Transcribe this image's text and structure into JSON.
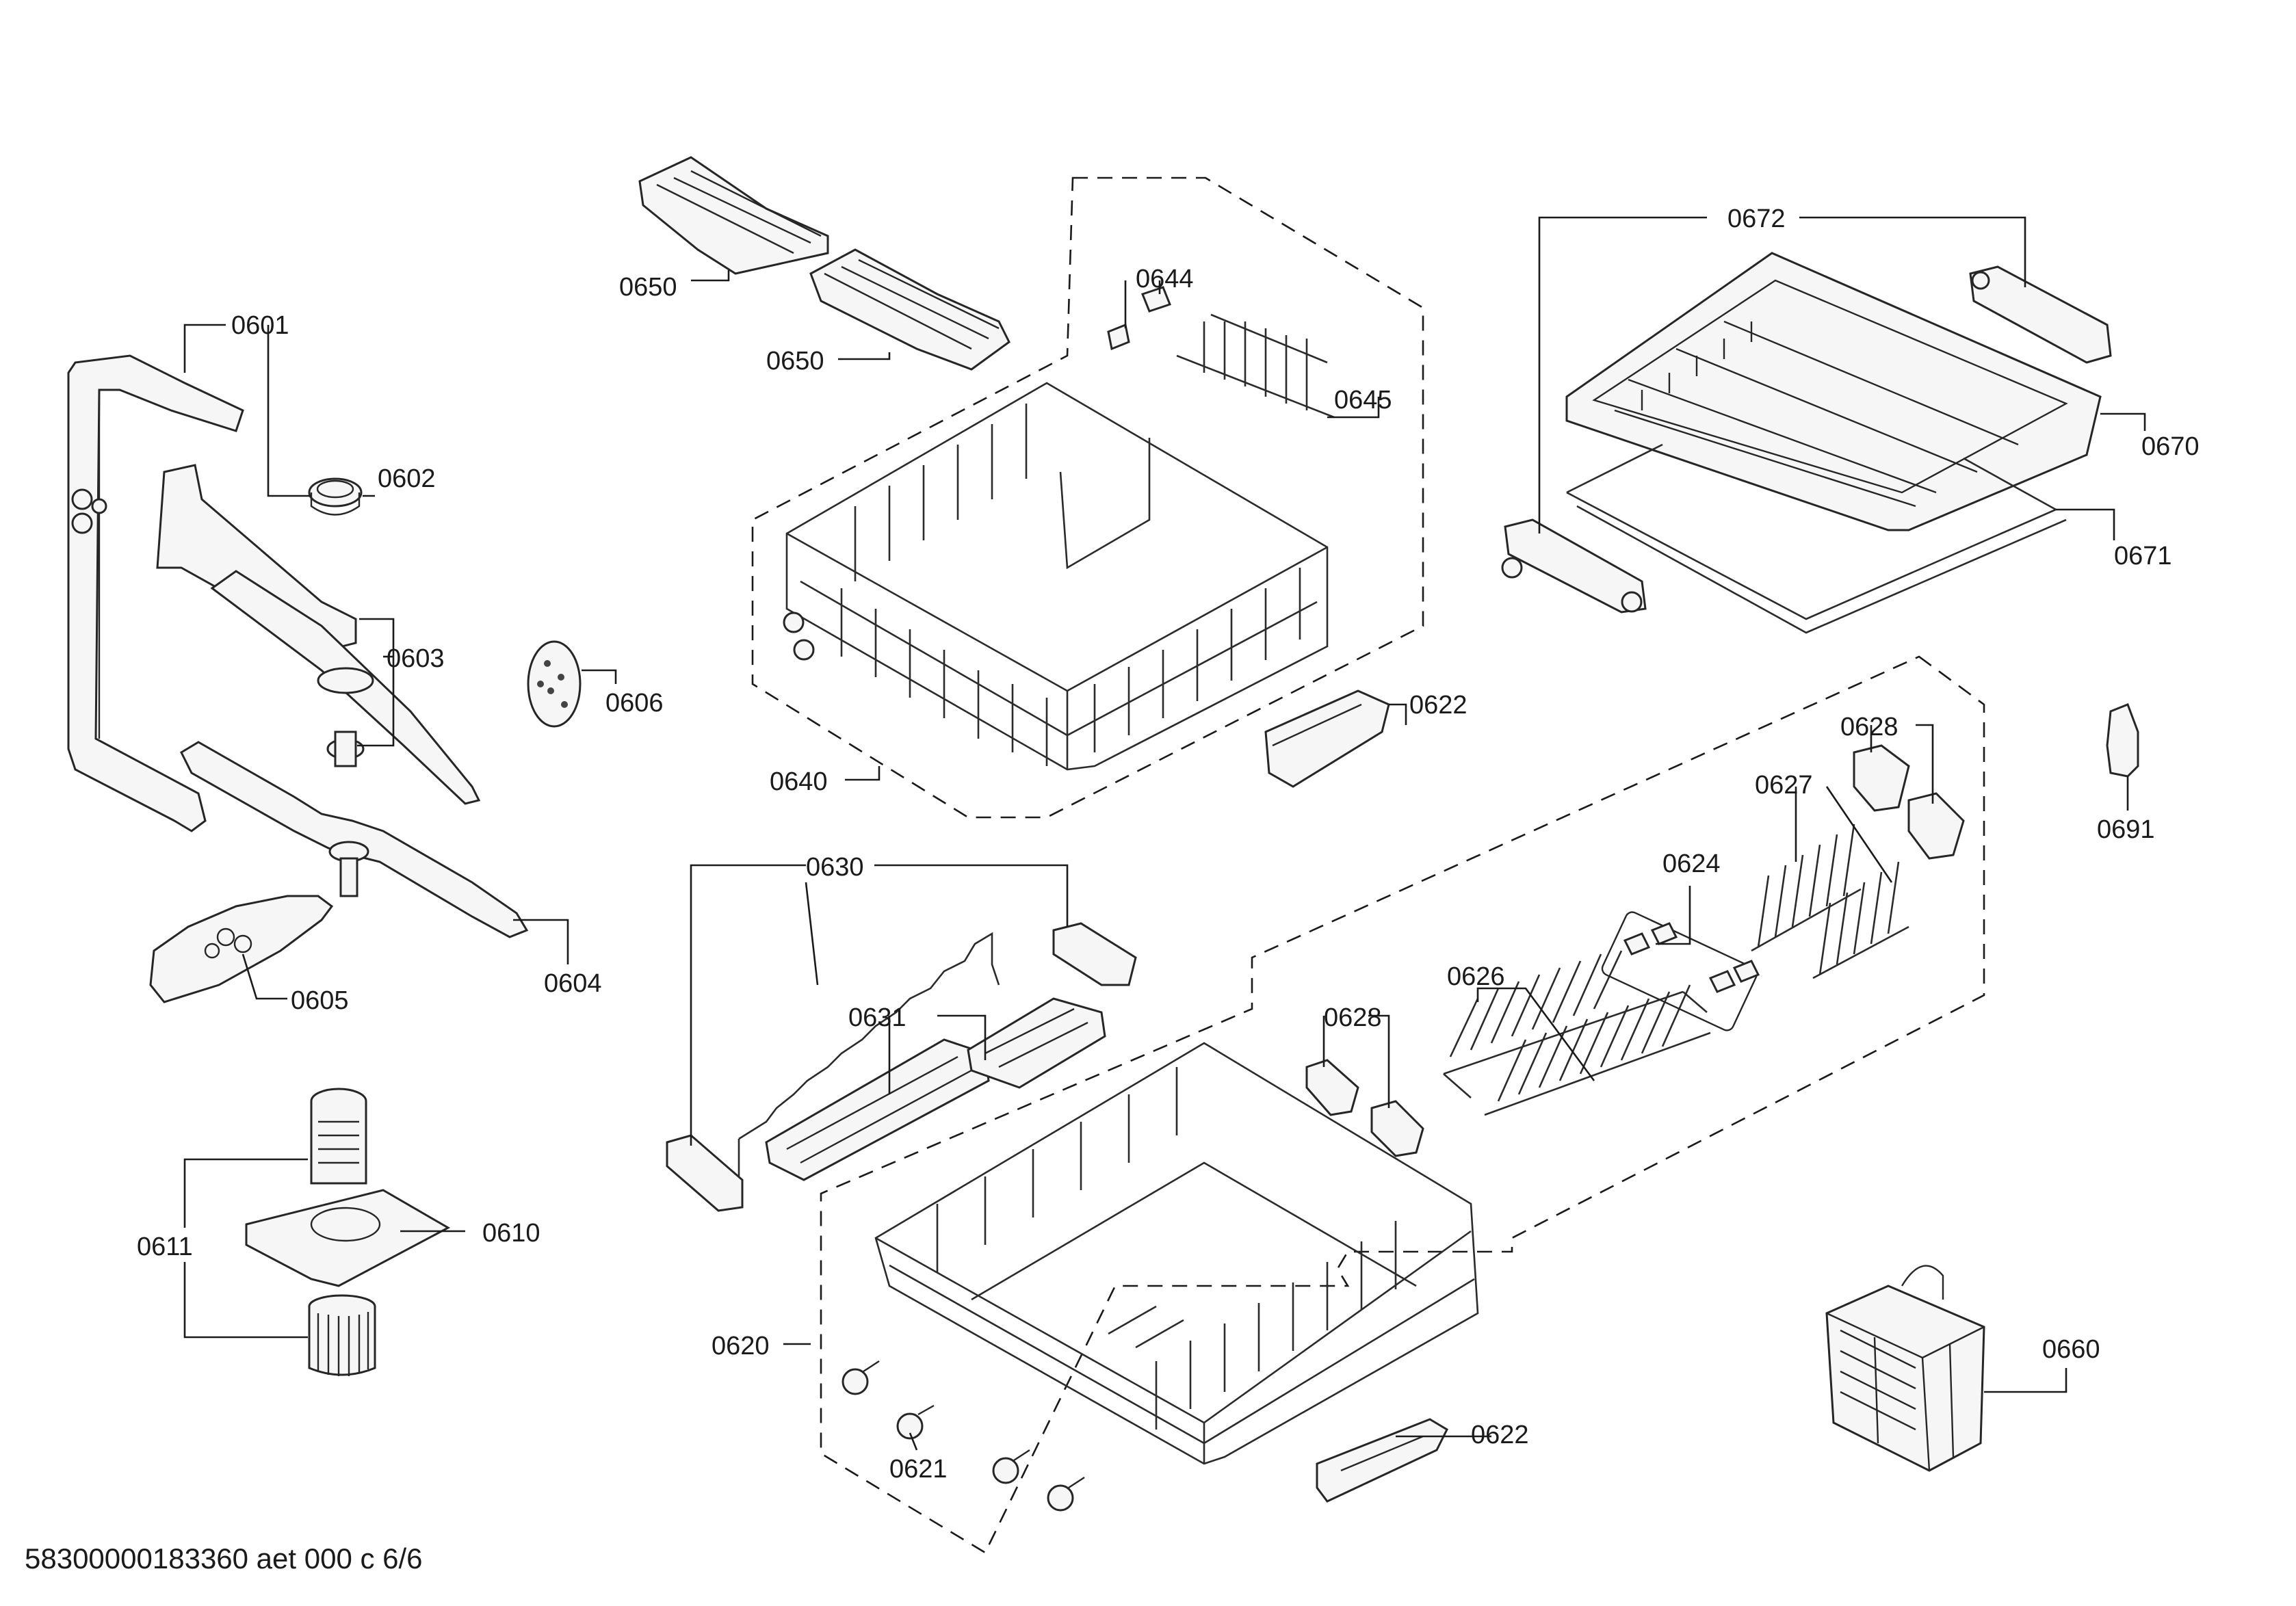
{
  "callouts": {
    "p0601": "0601",
    "p0602": "0602",
    "p0603": "0603",
    "p0604": "0604",
    "p0605": "0605",
    "p0606": "0606",
    "p0610": "0610",
    "p0611": "0611",
    "p0620": "0620",
    "p0621": "0621",
    "p0622a": "0622",
    "p0622b": "0622",
    "p0624": "0624",
    "p0626": "0626",
    "p0627": "0627",
    "p0628a": "0628",
    "p0628b": "0628",
    "p0630": "0630",
    "p0631": "0631",
    "p0640": "0640",
    "p0644": "0644",
    "p0645": "0645",
    "p0650a": "0650",
    "p0650b": "0650",
    "p0660": "0660",
    "p0670": "0670",
    "p0671": "0671",
    "p0672": "0672",
    "p0691": "0691"
  },
  "footer": "58300000183360 aet 000 c 6/6"
}
